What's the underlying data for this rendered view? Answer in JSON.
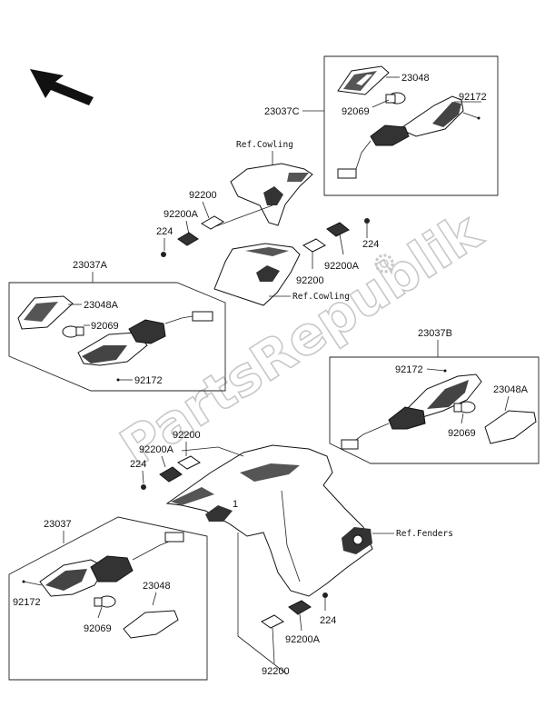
{
  "labels": {
    "p23048_top": "23048",
    "p92069_top": "92069",
    "p92172_top": "92172",
    "p23037C": "23037C",
    "ref_cowling_top": "Ref.Cowling",
    "p92200_ul": "92200",
    "p92200A_ul": "92200A",
    "p224_ul": "224",
    "p224_ur": "224",
    "p92200A_ur": "92200A",
    "p92200_ur": "92200",
    "ref_cowling_mid": "Ref.Cowling",
    "p23037A": "23037A",
    "p23048A_left": "23048A",
    "p92069_left": "92069",
    "p92172_left": "92172",
    "p23037B": "23037B",
    "p92172_right": "92172",
    "p23048A_right": "23048A",
    "p92069_right": "92069",
    "p92200_ml": "92200",
    "p92200A_ml": "92200A",
    "p224_ml": "224",
    "p23037": "23037",
    "ref_fenders": "Ref.Fenders",
    "p92172_bottom": "92172",
    "p92069_bottom": "92069",
    "p23048_bottom": "23048",
    "p224_br": "224",
    "p92200A_br": "92200A",
    "p92200_br": "92200",
    "callout_1": "1"
  },
  "watermark": "PartsRepublik",
  "icons": [
    "direction-arrow-icon",
    "gear-icon"
  ],
  "colors": {
    "ink": "#111111",
    "watermark": "#c8c8c8",
    "background": "#ffffff"
  }
}
